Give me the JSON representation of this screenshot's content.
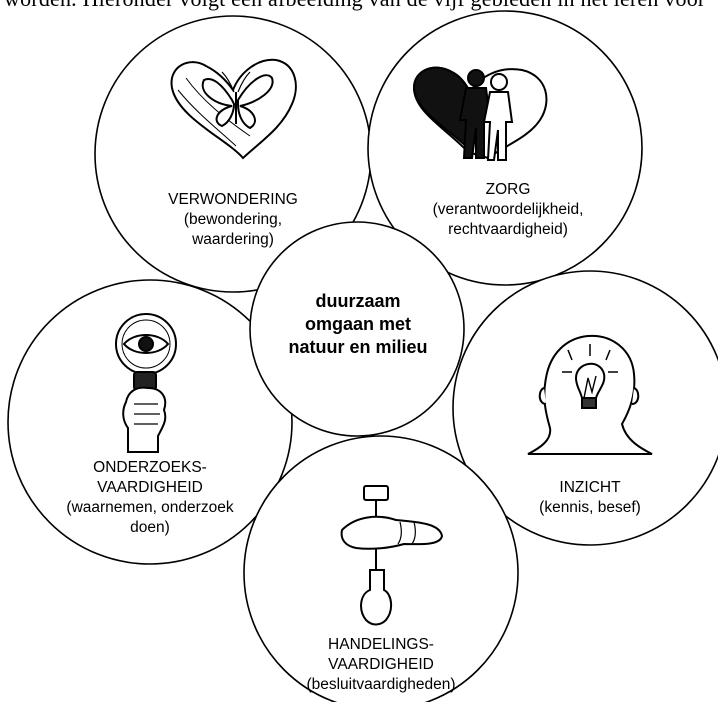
{
  "header_text": "worden. Hieronder volgt een afbeelding van de vijf gebieden in het leren voor",
  "center": {
    "line1": "duurzaam",
    "line2": "omgaan met",
    "line3": "natuur en milieu"
  },
  "circles": [
    {
      "id": "verwondering",
      "title": "VERWONDERING",
      "sub1": "(bewondering,",
      "sub2": "waardering)",
      "icon": "heart-butterfly-icon"
    },
    {
      "id": "zorg",
      "title": "ZORG",
      "sub1": "(verantwoordelijkheid,",
      "sub2": "rechtvaardigheid)",
      "icon": "heart-two-people-icon"
    },
    {
      "id": "onderzoek",
      "title": "ONDERZOEKS-",
      "title2": "VAARDIGHEID",
      "sub1": "(waarnemen, onderzoek",
      "sub2": "doen)",
      "icon": "magnifying-glass-eye-icon"
    },
    {
      "id": "inzicht",
      "title": "INZICHT",
      "sub1": "(kennis, besef)",
      "icon": "head-lightbulb-icon"
    },
    {
      "id": "handeling",
      "title": "HANDELINGS-",
      "title2": "VAARDIGHEID",
      "sub1": "(besluitvaardigheden)",
      "icon": "hands-spade-icon"
    }
  ],
  "colors": {
    "stroke": "#000000",
    "fill": "#ffffff"
  }
}
